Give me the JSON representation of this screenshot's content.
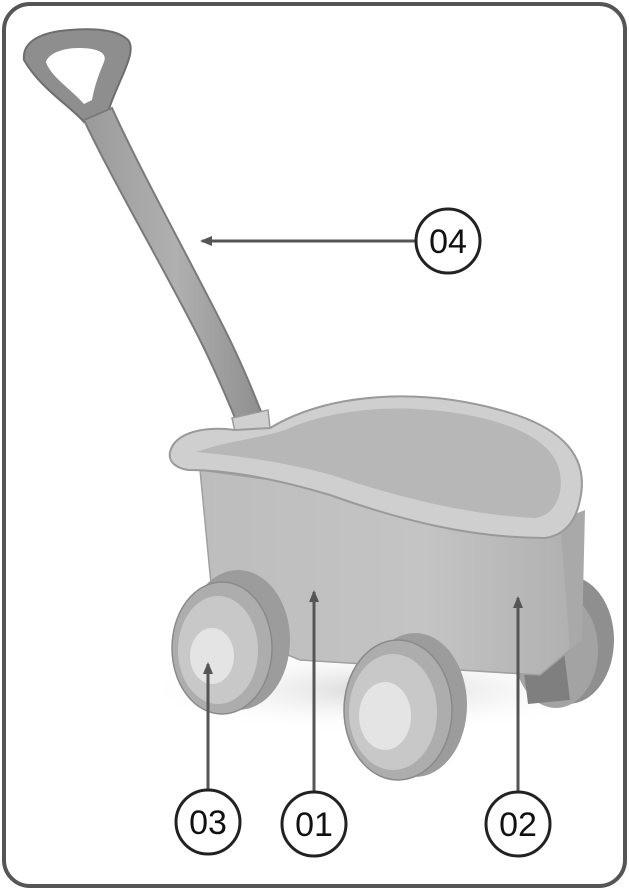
{
  "callouts": [
    {
      "id": "01",
      "label": "01",
      "part": "wagon-body"
    },
    {
      "id": "02",
      "label": "02",
      "part": "wagon-body-rear"
    },
    {
      "id": "03",
      "label": "03",
      "part": "wheel"
    },
    {
      "id": "04",
      "label": "04",
      "part": "handle"
    }
  ],
  "colors": {
    "frame": "#555555",
    "plastic_light": "#c9c9c9",
    "plastic_mid": "#b3b3b3",
    "plastic_dark": "#8f8f8f",
    "tire": "#a6a6a6",
    "hub": "#e3e3e3",
    "arrow": "#555555"
  }
}
